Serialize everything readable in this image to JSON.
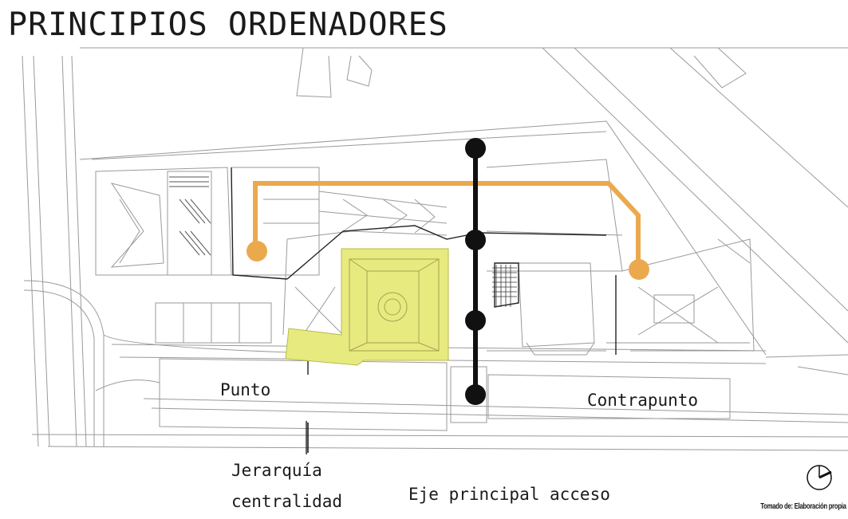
{
  "title": "PRINCIPIOS ORDENADORES",
  "labels": {
    "punto": "Punto",
    "contrapunto": "Contrapunto",
    "jerarquia_line1": "Jerarquía",
    "jerarquia_line2": "centralidad",
    "eje": "Eje principal acceso"
  },
  "credit": "Tomado de: Elaboración propia",
  "icons": {
    "north_arrow": "north-arrow-icon"
  },
  "colors": {
    "accent_orange": "#eba94e",
    "highlight_yellow": "#e7ea7e",
    "axis_black": "#111111",
    "linework": "#9a9a9a"
  }
}
